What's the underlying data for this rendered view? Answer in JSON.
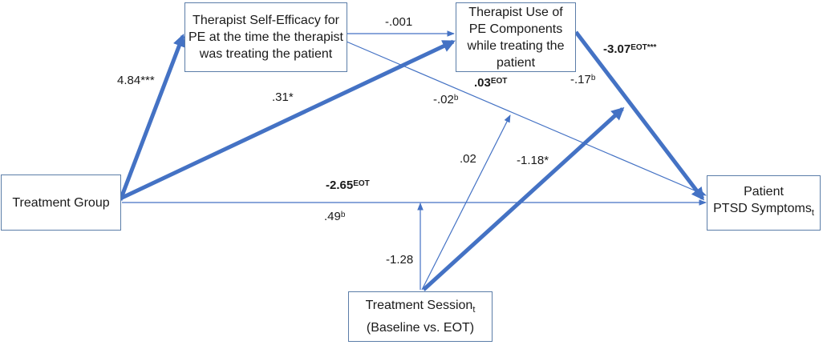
{
  "nodes": {
    "self_efficacy": "Therapist Self-Efficacy for PE at the time the therapist was treating the patient",
    "pe_use": "Therapist Use of PE Components while treating the patient",
    "treatment_group": "Treatment Group",
    "ptsd": {
      "line1": "Patient",
      "line2": "PTSD Symptoms",
      "subscript": "t"
    },
    "session": {
      "line1": "Treatment Session",
      "subscript": "t",
      "line2": "(Baseline vs. EOT)"
    }
  },
  "paths": {
    "tg_to_se": "4.84***",
    "tg_to_pe": ".31*",
    "se_to_pe": "-.001",
    "se_to_ptsd": {
      "value": "-.02",
      "sup": "b"
    },
    "pe_to_ptsd_eot": {
      "value": "-3.07",
      "sup": "EOT***"
    },
    "pe_to_ptsd_b": {
      "value": "-.17",
      "sup": "b"
    },
    "se_session_interaction": {
      "value": ".03",
      "sup": "EOT"
    },
    "session_to_se_path": ".02",
    "session_to_pe": "-1.18*",
    "tg_to_ptsd_eot": {
      "value": "-2.65",
      "sup": "EOT"
    },
    "tg_to_ptsd_b": {
      "value": ".49",
      "sup": "b"
    },
    "session_to_tg_path": "-1.28"
  },
  "colors": {
    "arrow": "#4472c4",
    "box_border": "#5b7da8"
  }
}
